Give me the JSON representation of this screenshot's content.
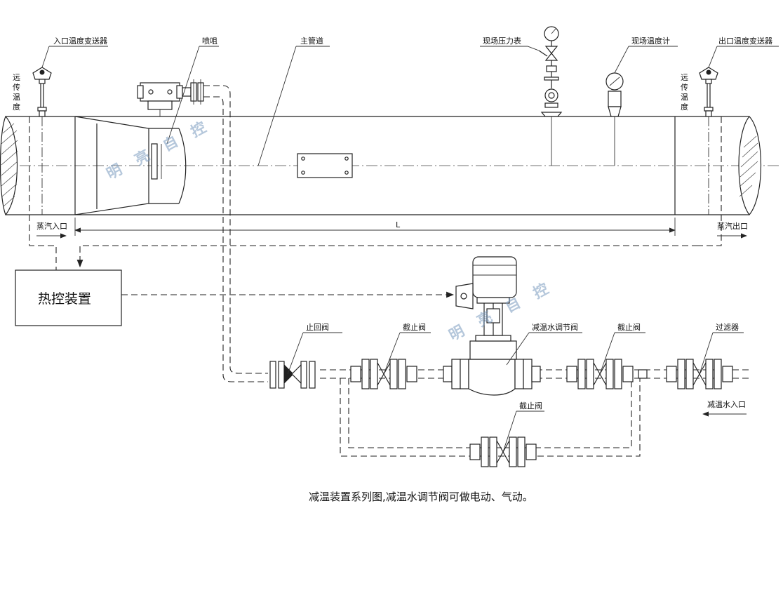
{
  "labels": {
    "inlet_temp_transmitter": "入口温度变送器",
    "nozzle": "喷咀",
    "main_pipe": "主管道",
    "field_pressure_gauge": "现场压力表",
    "field_thermometer": "现场温度计",
    "outlet_temp_transmitter": "出口温度变送器",
    "remote_left": [
      "远",
      "传",
      "温",
      "度"
    ],
    "remote_right": [
      "远",
      "传",
      "温",
      "度"
    ],
    "steam_inlet": "蒸汽入口",
    "steam_outlet": "蒸汽出口",
    "length_L": "L",
    "control_unit": "热控装置",
    "check_valve": "止回阀",
    "stop_valve_1": "截止阀",
    "control_valve": "减温水调节阀",
    "stop_valve_2": "截止阀",
    "filter": "过滤器",
    "stop_valve_bypass": "截止阀",
    "water_inlet": "减温水入口"
  },
  "watermark": [
    "明",
    "亮",
    "自",
    "控"
  ],
  "caption": "减温装置系列图,减温水调节阀可做电动、气动。"
}
